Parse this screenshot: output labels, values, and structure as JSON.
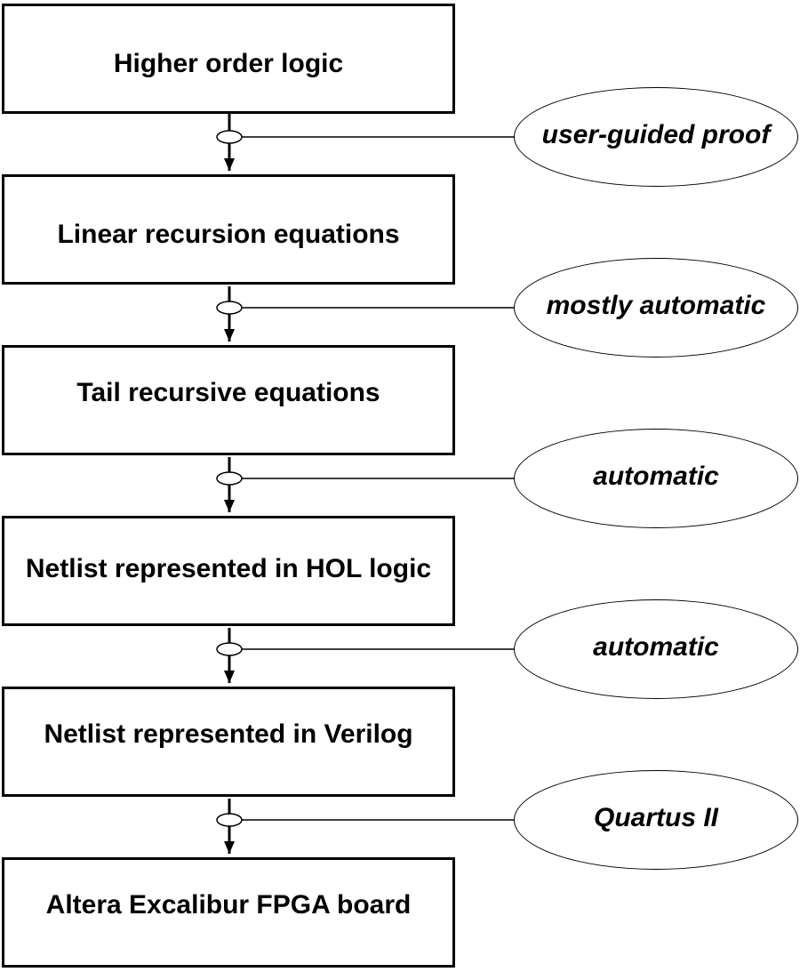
{
  "stages": [
    {
      "label": "Higher order logic"
    },
    {
      "label": "Linear recursion equations"
    },
    {
      "label": "Tail recursive equations"
    },
    {
      "label": "Netlist represented in HOL logic"
    },
    {
      "label": "Netlist represented in Verilog"
    },
    {
      "label": "Altera Excalibur FPGA board"
    }
  ],
  "transitions": [
    {
      "label": "user-guided proof"
    },
    {
      "label": "mostly automatic"
    },
    {
      "label": "automatic"
    },
    {
      "label": "automatic"
    },
    {
      "label": "Quartus II"
    }
  ],
  "colors": {
    "stroke": "#000000",
    "background": "#ffffff"
  }
}
